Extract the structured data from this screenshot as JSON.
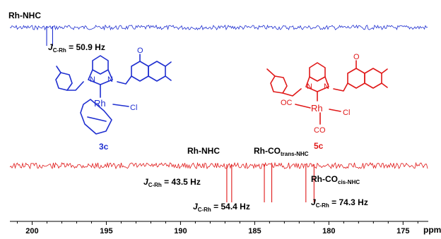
{
  "chart_data": {
    "type": "line",
    "xlabel": "ppm",
    "xlim": [
      201.5,
      173.3
    ],
    "x_ticks": [
      200,
      195,
      190,
      185,
      180,
      175
    ],
    "series": [
      {
        "color": "#1f2fd0",
        "baseline_noise": 0.35,
        "peaks": [
          {
            "x": 199.02,
            "intensity": 1.0
          },
          {
            "x": 198.62,
            "intensity": 1.0
          }
        ],
        "labels": [
          {
            "text": "Rh-NHC"
          },
          {
            "text": "J",
            "sub": "C-Rh",
            "value": " = 50.9 Hz"
          }
        ]
      },
      {
        "color": "#e01818",
        "baseline_noise": 0.4,
        "peaks": [
          {
            "x": 186.88,
            "intensity": 1.0
          },
          {
            "x": 186.55,
            "intensity": 1.0
          },
          {
            "x": 184.35,
            "intensity": 1.0
          },
          {
            "x": 183.85,
            "intensity": 1.0
          },
          {
            "x": 181.55,
            "intensity": 1.0
          },
          {
            "x": 181.0,
            "intensity": 1.0
          }
        ],
        "labels": [
          {
            "text": "Rh-NHC"
          },
          {
            "text": "Rh-CO",
            "sub": "trans-NHC"
          },
          {
            "text": "Rh-CO",
            "sub": "cis-NHC"
          },
          {
            "text": "J",
            "sub": "C-Rh",
            "value": " = 43.5 Hz"
          },
          {
            "text": "J",
            "sub": "C-Rh",
            "value": " = 54.4 Hz"
          },
          {
            "text": "J",
            "sub": "C-Rh",
            "value": " = 74.3 Hz"
          }
        ]
      }
    ]
  },
  "structures": {
    "blue": {
      "color": "#1f2fd0",
      "compound_label": "3c",
      "atoms": [
        "N",
        "N",
        "Rh",
        "Cl",
        "O"
      ]
    },
    "red": {
      "color": "#e01818",
      "compound_label": "5c",
      "atoms": [
        "N",
        "N",
        "Rh",
        "Cl",
        "OC",
        "CO",
        "O"
      ]
    }
  }
}
